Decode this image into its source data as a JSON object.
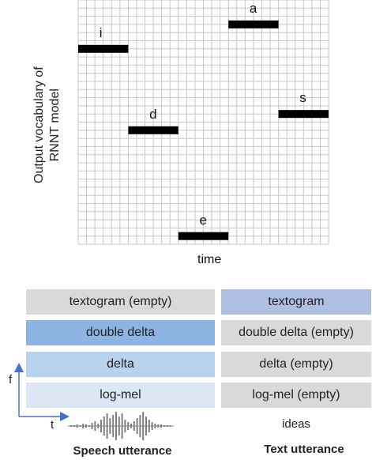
{
  "chart": {
    "ylabel_line1": "Output vocabulary of",
    "ylabel_line2": "RNNT model",
    "xlabel": "time",
    "tokens": [
      {
        "label": "i",
        "time_start": 0,
        "time_end": 6,
        "row": 24
      },
      {
        "label": "d",
        "time_start": 6,
        "time_end": 12,
        "row": 14
      },
      {
        "label": "e",
        "time_start": 12,
        "time_end": 18,
        "row": 1
      },
      {
        "label": "a",
        "time_start": 18,
        "time_end": 24,
        "row": 27
      },
      {
        "label": "s",
        "time_start": 24,
        "time_end": 30,
        "row": 16
      }
    ],
    "grid_columns": 30,
    "grid_rows": 30
  },
  "features": {
    "speech_column": [
      {
        "label": "textogram (empty)",
        "color": "#d9d9d9"
      },
      {
        "label": "double delta",
        "color": "#8db4e2"
      },
      {
        "label": "delta",
        "color": "#b7d3ee"
      },
      {
        "label": "log-mel",
        "color": "#dce6f4"
      }
    ],
    "text_column": [
      {
        "label": "textogram",
        "color": "#aebfe2"
      },
      {
        "label": "double delta (empty)",
        "color": "#d9d9d9"
      },
      {
        "label": "delta (empty)",
        "color": "#d9d9d9"
      },
      {
        "label": "log-mel (empty)",
        "color": "#d9d9d9"
      }
    ],
    "axis_f": "f",
    "axis_t": "t",
    "text_input": "ideas",
    "speech_caption": "Speech utterance",
    "text_caption": "Text utterance"
  },
  "colors": {
    "grid_line": "#c8c8c8",
    "token_bar": "#000000",
    "axis_arrow": "#4472c4",
    "waveform": "#7f7f7f"
  }
}
